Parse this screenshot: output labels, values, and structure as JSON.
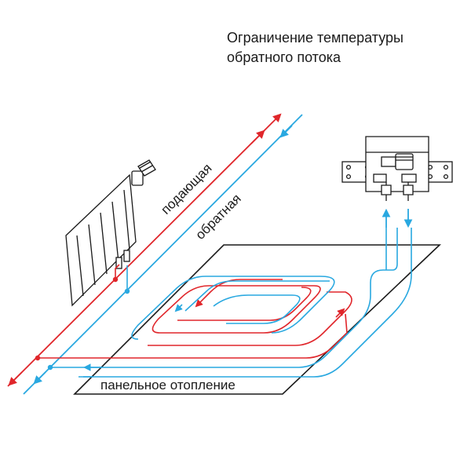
{
  "diagram": {
    "title_line1": "Ограничение температуры",
    "title_line2": "обратного потока",
    "supply_label": "подающая",
    "return_label": "обратная",
    "floor_label": "панельное отопление"
  },
  "colors": {
    "supply": "#e0262b",
    "return": "#29a8e0",
    "outline": "#1a1a1a",
    "background": "#ffffff"
  }
}
